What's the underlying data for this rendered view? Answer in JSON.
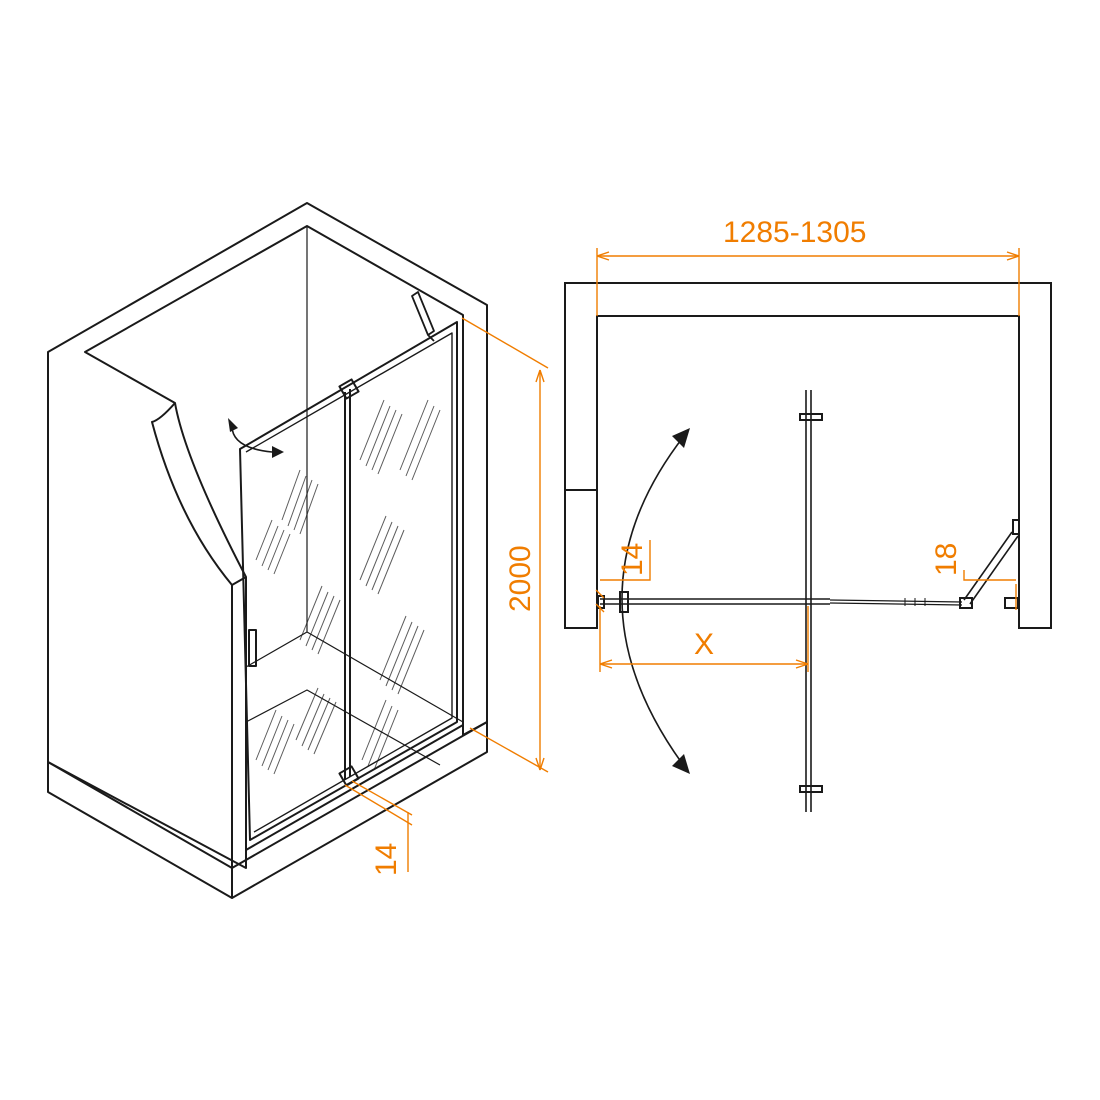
{
  "colors": {
    "line": "#1a1a1a",
    "dimension": "#f07d00",
    "background": "#ffffff"
  },
  "dimensions": {
    "total_width": "1285-1305",
    "height": "2000",
    "glass_thickness_front": "14",
    "glass_thickness_plan": "14",
    "fixed_panel_offset": "18",
    "door_distance": "X"
  }
}
